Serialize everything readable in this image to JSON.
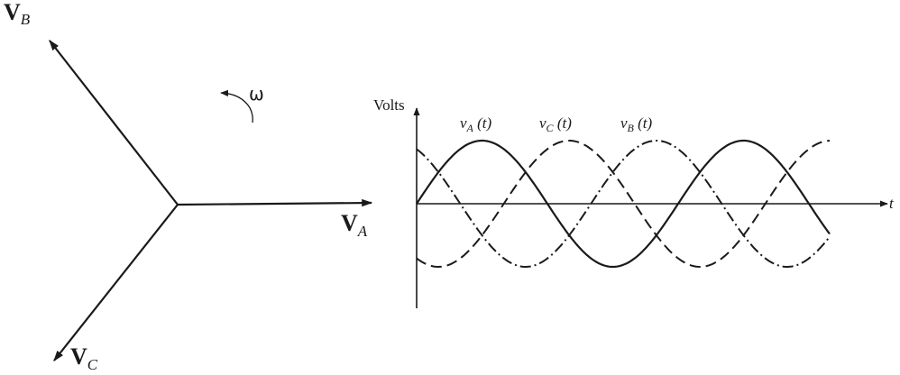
{
  "phasors": {
    "va": {
      "letter": "V",
      "sub": "A"
    },
    "vb": {
      "letter": "V",
      "sub": "B"
    },
    "vc": {
      "letter": "V",
      "sub": "C"
    }
  },
  "rotation": {
    "symbol": "ω"
  },
  "waveform": {
    "y_axis_label": "Volts",
    "x_axis_label": "t",
    "curves": {
      "a": {
        "prefix": "v",
        "sub": "A",
        "suffix": " (t)"
      },
      "c": {
        "prefix": "v",
        "sub": "C",
        "suffix": " (t)"
      },
      "b": {
        "prefix": "v",
        "sub": "B",
        "suffix": " (t)"
      }
    }
  },
  "colors": {
    "ink": "#1a1a1a"
  }
}
